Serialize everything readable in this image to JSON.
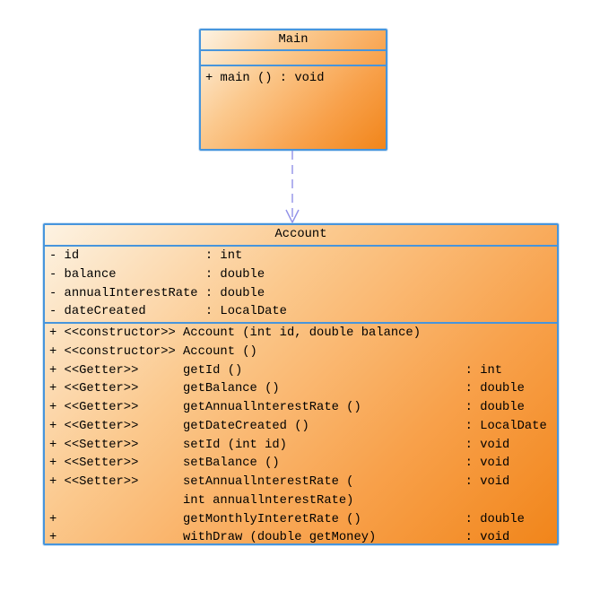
{
  "diagram": {
    "colors": {
      "box_border": "#4795dc",
      "box_gradient_start": "#fdf3e3",
      "box_gradient_end": "#f1851a",
      "arrow": "#9191e8",
      "text": "#000000",
      "background": "#ffffff"
    },
    "main_class": {
      "title": "Main",
      "attributes": [],
      "methods": [
        "+ main () : void"
      ]
    },
    "account_class": {
      "title": "Account",
      "attributes": [
        "- id                 : int",
        "- balance            : double",
        "- annualInterestRate : double",
        "- dateCreated        : LocalDate"
      ],
      "methods": [
        "+ <<constructor>> Account (int id, double balance)",
        "+ <<constructor>> Account ()",
        "+ <<Getter>>      getId ()                              : int",
        "+ <<Getter>>      getBalance ()                         : double",
        "+ <<Getter>>      getAnnuallnterestRate ()              : double",
        "+ <<Getter>>      getDateCreated ()                     : LocalDate",
        "+ <<Setter>>      setId (int id)                        : void",
        "+ <<Setter>>      setBalance ()                         : void",
        "+ <<Setter>>      setAnnuallnterestRate (               : void",
        "                  int annuallnterestRate)",
        "+                 getMonthlyInteretRate ()              : double",
        "+                 withDraw (double getMoney)            : void"
      ]
    },
    "relationship": {
      "type": "dependency",
      "from": "Main",
      "to": "Account"
    }
  }
}
